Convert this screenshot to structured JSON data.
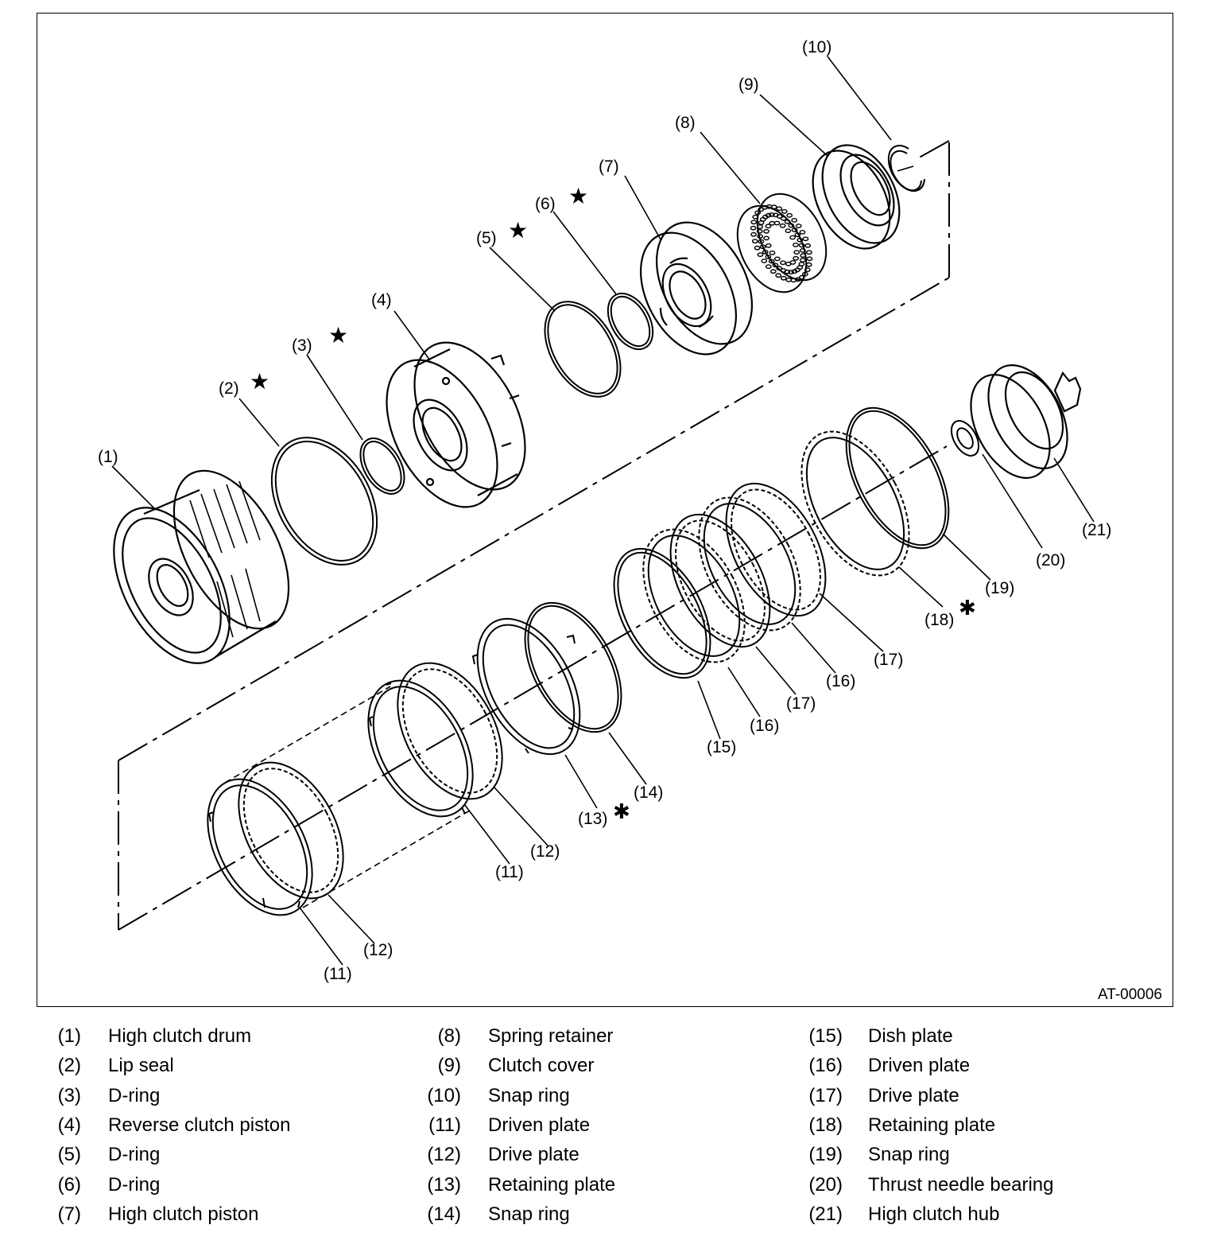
{
  "diagram": {
    "code": "AT-00006",
    "star_symbol": "★",
    "asterisk_symbol": "✱",
    "callouts": {
      "c1": "(1)",
      "c2": "(2)",
      "c3": "(3)",
      "c4": "(4)",
      "c5": "(5)",
      "c6": "(6)",
      "c7": "(7)",
      "c8": "(8)",
      "c9": "(9)",
      "c10": "(10)",
      "c11": "(11)",
      "c12": "(12)",
      "c13": "(13)",
      "c14": "(14)",
      "c15": "(15)",
      "c16": "(16)",
      "c17": "(17)",
      "c18": "(18)",
      "c19": "(19)",
      "c20": "(20)",
      "c21": "(21)"
    }
  },
  "legend": {
    "columns": [
      [
        {
          "num": "(1)",
          "name": "High clutch drum"
        },
        {
          "num": "(2)",
          "name": "Lip seal"
        },
        {
          "num": "(3)",
          "name": "D-ring"
        },
        {
          "num": "(4)",
          "name": "Reverse clutch piston"
        },
        {
          "num": "(5)",
          "name": "D-ring"
        },
        {
          "num": "(6)",
          "name": "D-ring"
        },
        {
          "num": "(7)",
          "name": "High clutch piston"
        }
      ],
      [
        {
          "num": "(8)",
          "name": "Spring retainer"
        },
        {
          "num": "(9)",
          "name": "Clutch cover"
        },
        {
          "num": "(10)",
          "name": "Snap ring"
        },
        {
          "num": "(11)",
          "name": "Driven plate"
        },
        {
          "num": "(12)",
          "name": "Drive plate"
        },
        {
          "num": "(13)",
          "name": "Retaining plate"
        },
        {
          "num": "(14)",
          "name": "Snap ring"
        }
      ],
      [
        {
          "num": "(15)",
          "name": "Dish plate"
        },
        {
          "num": "(16)",
          "name": "Driven plate"
        },
        {
          "num": "(17)",
          "name": "Drive plate"
        },
        {
          "num": "(18)",
          "name": "Retaining plate"
        },
        {
          "num": "(19)",
          "name": "Snap ring"
        },
        {
          "num": "(20)",
          "name": "Thrust needle bearing"
        },
        {
          "num": "(21)",
          "name": "High clutch hub"
        }
      ]
    ]
  }
}
